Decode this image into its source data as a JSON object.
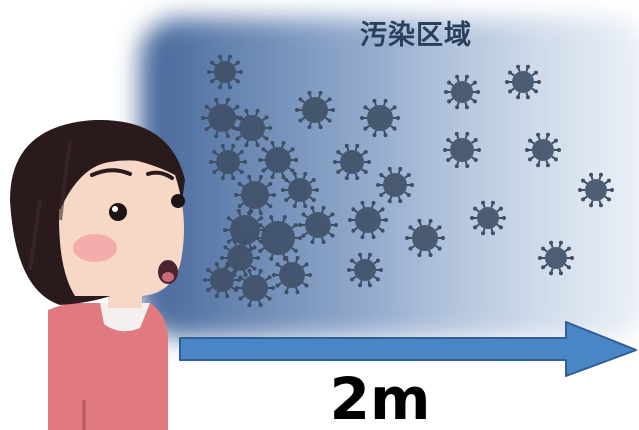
{
  "title": "汚染区域",
  "distance_label": "2m",
  "colors": {
    "cloud": "#3a5d93",
    "virus": "#3e4f66",
    "arrow": "#4a86c5",
    "arrow_stroke": "#2f5f96",
    "hair": "#2a1a1c",
    "skin": "#f7d7c6",
    "cheek": "#f2a0a3",
    "shirt": "#e07a7e",
    "collar": "#f4f0ef",
    "text_title": "#2a3f5a",
    "text_distance": "#000000"
  },
  "icons": [
    "virus-icon",
    "woman-illustration",
    "arrow-right-icon"
  ]
}
